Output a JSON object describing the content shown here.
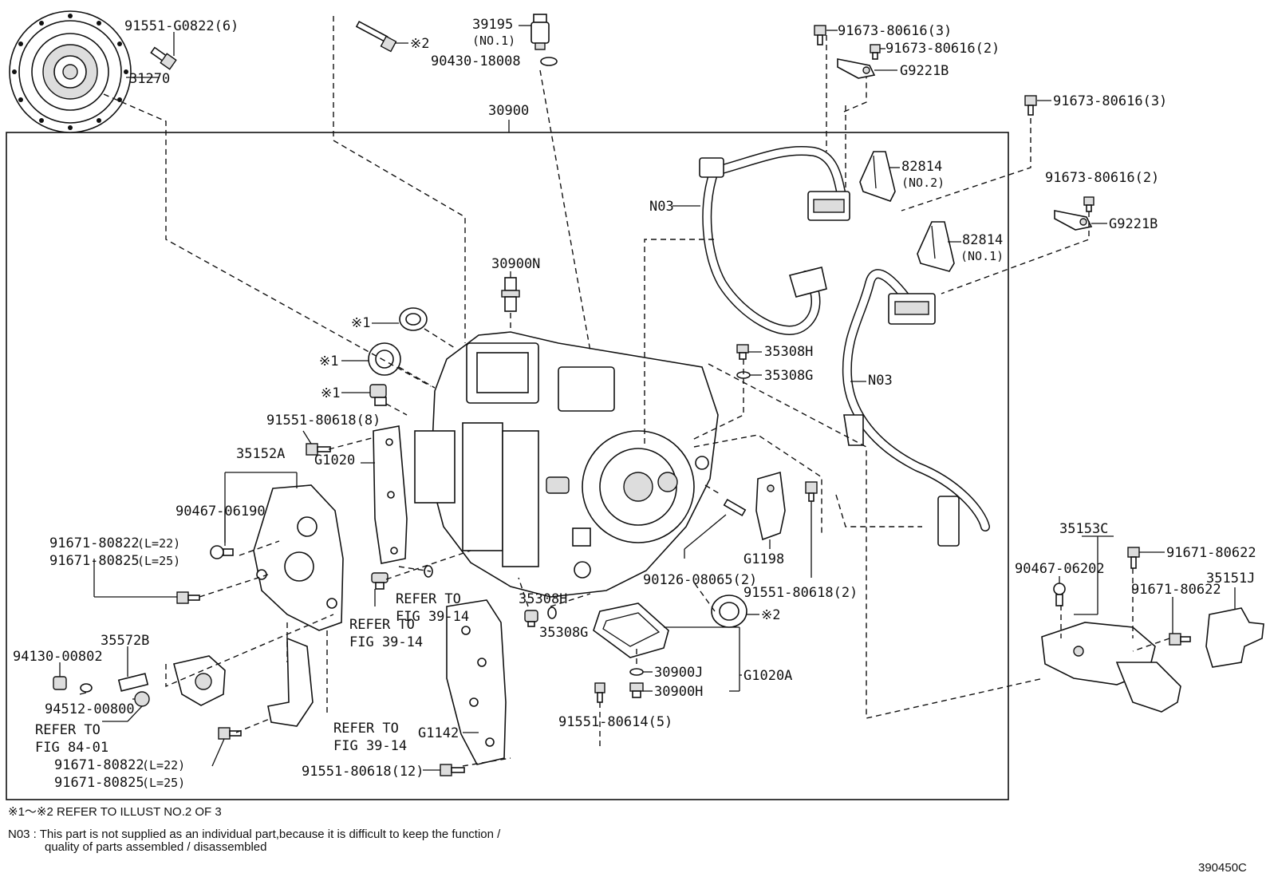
{
  "labels": {
    "p31270": "31270",
    "p91551_G0822": "91551-G0822(6)",
    "p_note2_bolt": "※2",
    "p39195": "39195",
    "p39195_sub": "(NO.1)",
    "p90430": "90430-18008",
    "p30900": "30900",
    "p91673_a": "91673-80616(3)",
    "p91673_b": "91673-80616(2)",
    "p_G9221B_a": "G9221B",
    "p91673_c": "91673-80616(3)",
    "p91673_d": "91673-80616(2)",
    "p_G9221B_b": "G9221B",
    "p82814_a": "82814",
    "p82814_a_sub": "(NO.2)",
    "p82814_b": "82814",
    "p82814_b_sub": "(NO.1)",
    "p_N03_a": "N03",
    "p_N03_b": "N03",
    "p30900N": "30900N",
    "p_note1_a": "※1",
    "p_note1_b": "※1",
    "p_note1_c": "※1",
    "p35308H_a": "35308H",
    "p35308G_a": "35308G",
    "p91551_80618_8": "91551-80618(8)",
    "p35152A": "35152A",
    "p_G1020": "G1020",
    "p90467_06190": "90467-06190",
    "p91671_80822_a": "91671-80822",
    "p91671_80822_a_len": "(L=22)",
    "p91671_80825_a": "91671-80825",
    "p91671_80825_a_len": "(L=25)",
    "p_G1198": "G1198",
    "p90126": "90126-08065(2)",
    "p91551_80618_2": "91551-80618(2)",
    "p35153C": "35153C",
    "p90467_06202": "90467-06202",
    "p91671_80622_a": "91671-80622",
    "p35151J": "35151J",
    "p91671_80622_b": "91671-80622",
    "p_note2_seal": "※2",
    "p35308H_b": "35308H",
    "p35308G_b": "35308G",
    "p_G1020A": "G1020A",
    "p30900J": "30900J",
    "p30900H": "30900H",
    "p91551_80614": "91551-80614(5)",
    "p35572B": "35572B",
    "p94130": "94130-00802",
    "p94512": "94512-00800",
    "p_G1142": "G1142",
    "p91551_80618_12": "91551-80618(12)",
    "p91671_80822_b": "91671-80822",
    "p91671_80822_b_len": "(L=22)",
    "p91671_80825_b": "91671-80825",
    "p91671_80825_b_len": "(L=25)",
    "ref_39_14_a1": "REFER TO",
    "ref_39_14_a2": "FIG 39-14",
    "ref_39_14_b1": "REFER TO",
    "ref_39_14_b2": "FIG 39-14",
    "ref_39_14_c1": "REFER TO",
    "ref_39_14_c2": "FIG 39-14",
    "ref_84_01_1": "REFER TO",
    "ref_84_01_2": "FIG 84-01"
  },
  "footnotes": {
    "note1": "※1～※2 REFER TO ILLUST NO.2 OF 3",
    "note2_line1": "N03 : This part is not supplied as an individual part,because it is difficult to keep the function /",
    "note2_line2": "quality of parts assembled / disassembled",
    "illust_id": "390450C"
  }
}
